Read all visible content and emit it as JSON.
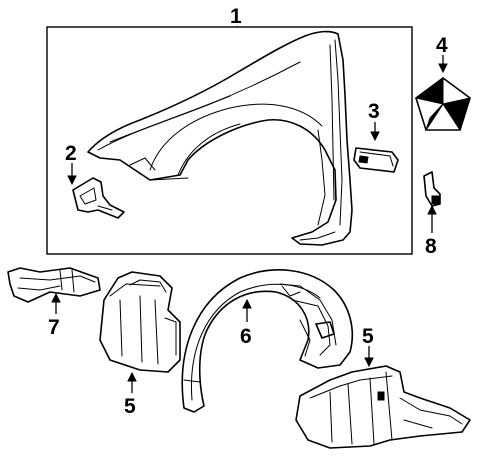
{
  "callouts": {
    "c1": "1",
    "c2": "2",
    "c3": "3",
    "c4": "4",
    "c5a": "5",
    "c5b": "5",
    "c6": "6",
    "c7": "7",
    "c8": "8"
  },
  "colors": {
    "ink": "#000000",
    "paper": "#ffffff"
  }
}
